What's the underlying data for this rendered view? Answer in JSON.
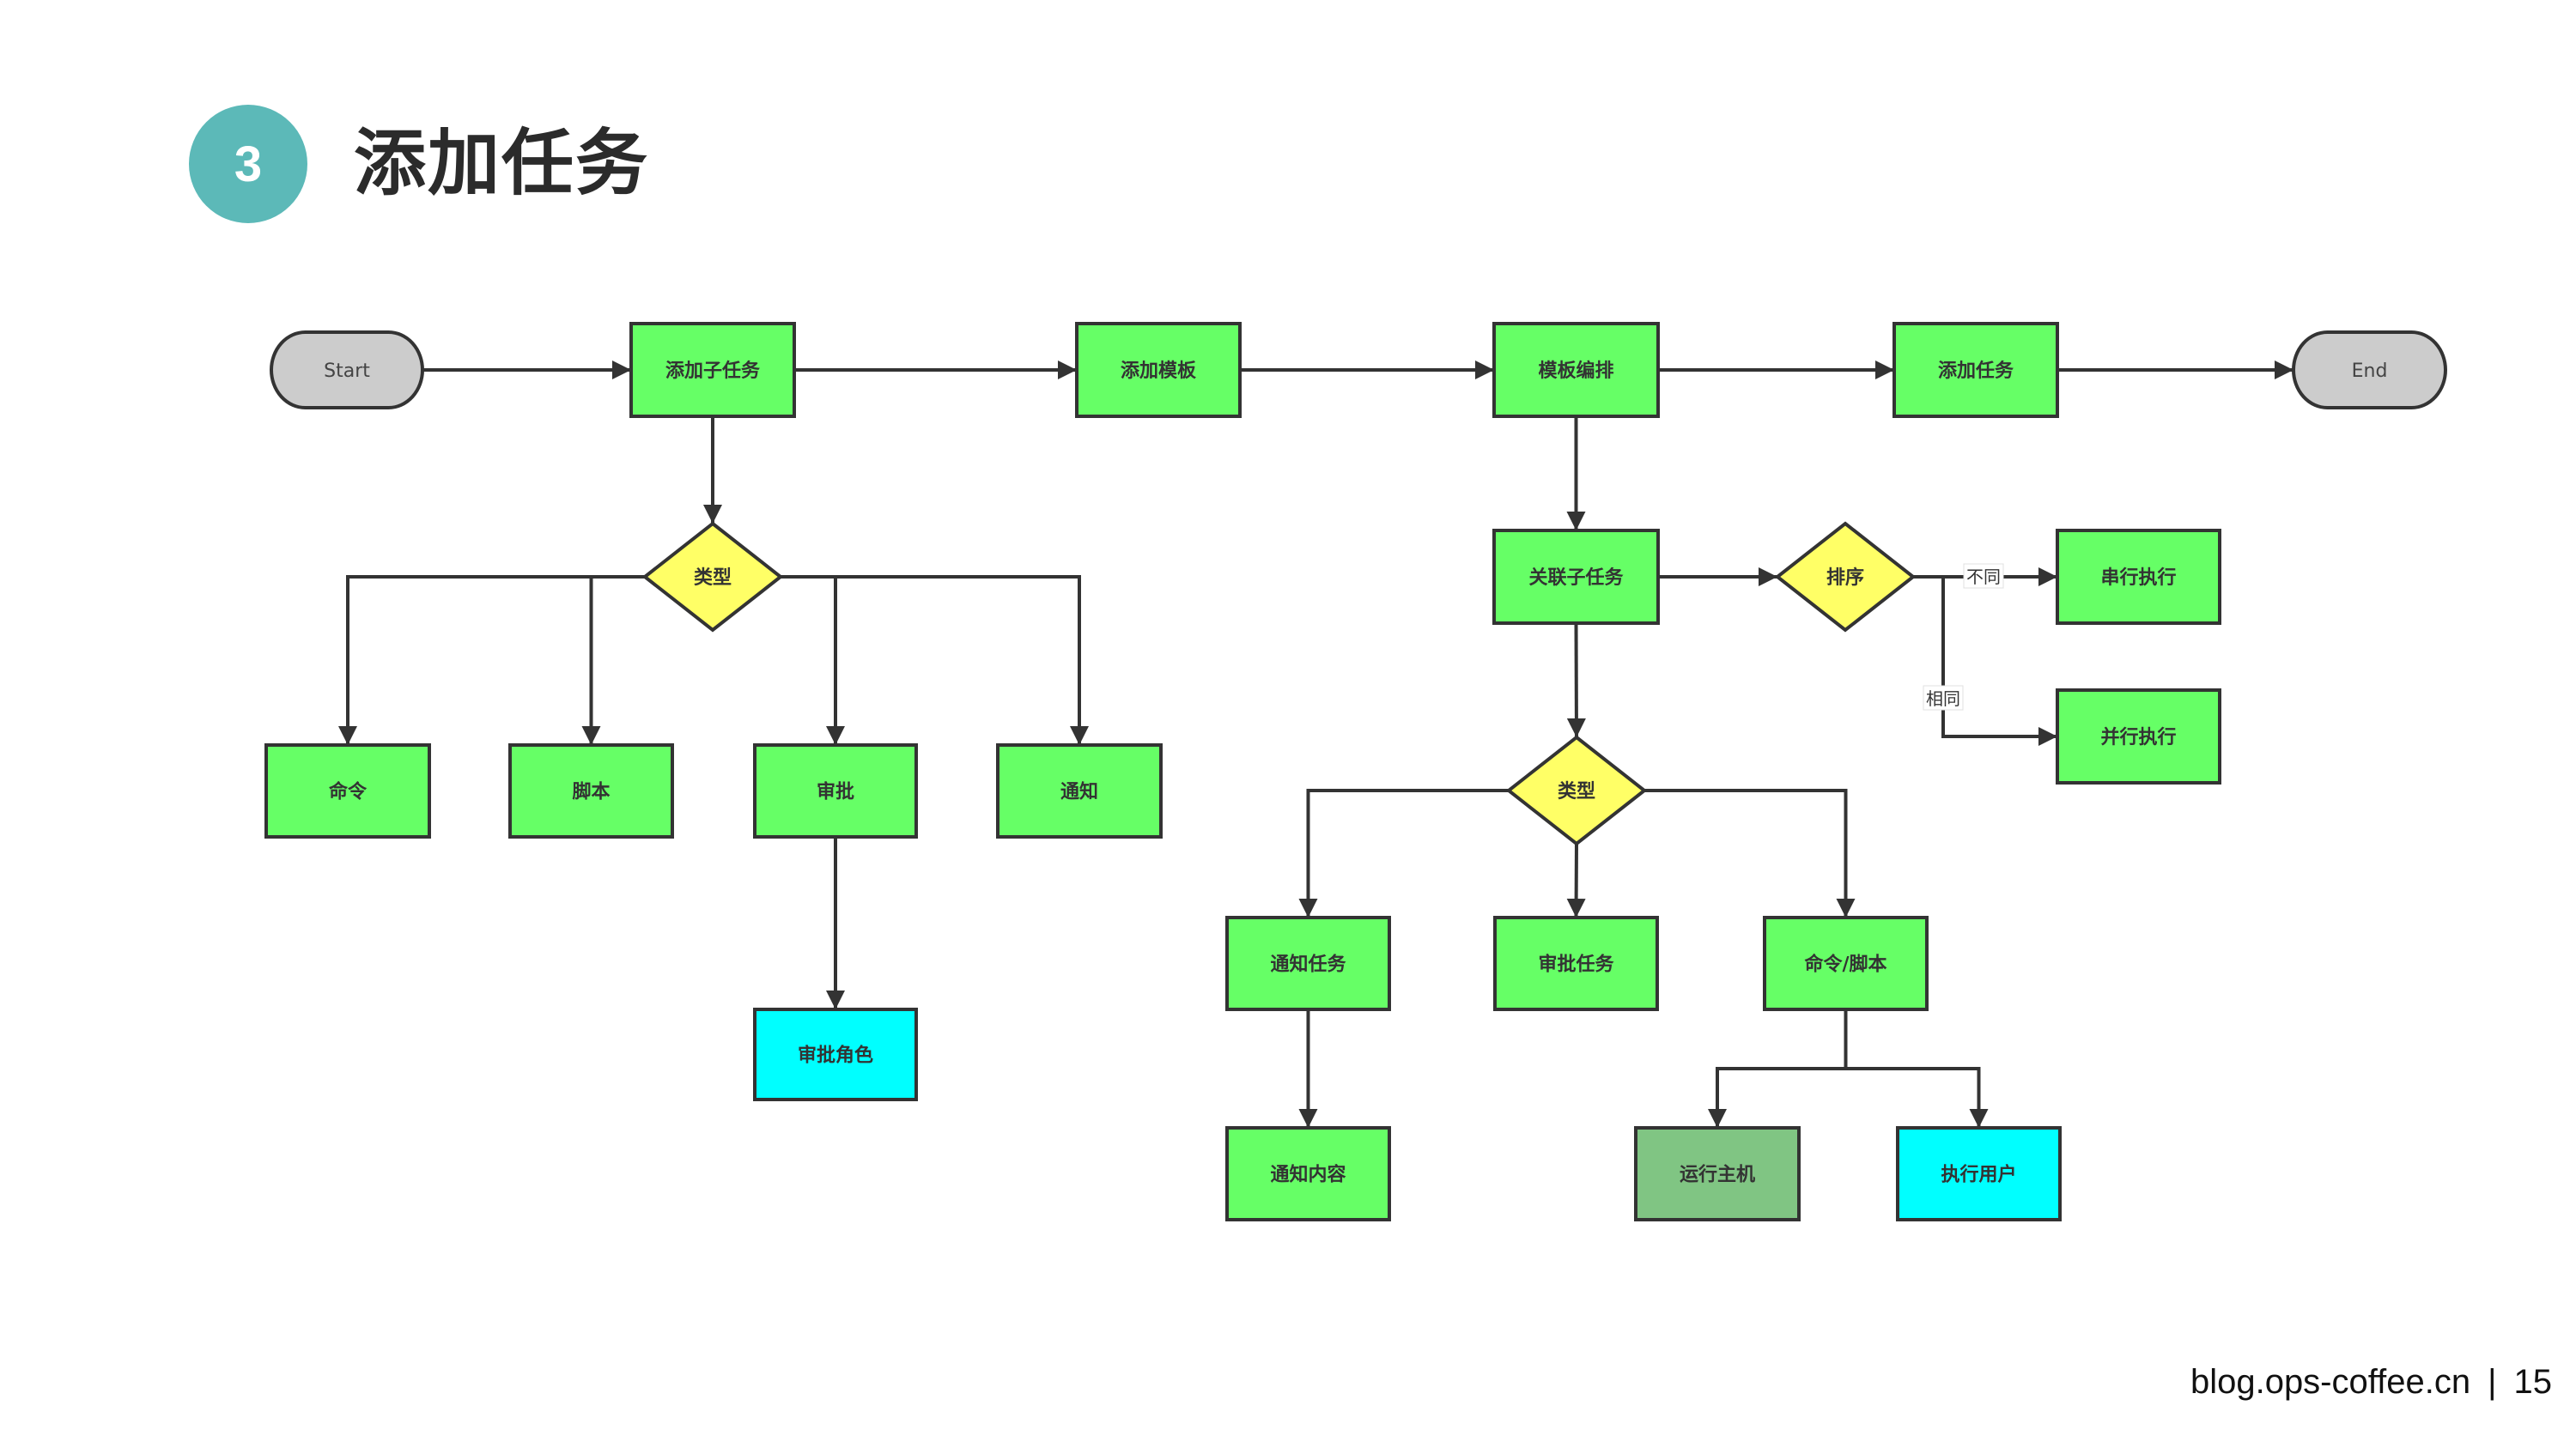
{
  "header": {
    "step_number": "3",
    "title": "添加任务"
  },
  "footer": {
    "site": "blog.ops-coffee.cn",
    "separator": "|",
    "page_number": "15"
  },
  "colors": {
    "badge": "#5cb9b8",
    "process": "#66ff66",
    "decision": "#ffff66",
    "terminal": "#cccccc",
    "highlight_cyan": "#00ffff",
    "muted_green": "#80c583",
    "stroke": "#333333"
  },
  "diagram": {
    "nodes": [
      {
        "id": "start",
        "label": "Start",
        "shape": "terminal",
        "color": "terminal"
      },
      {
        "id": "add_subtask",
        "label": "添加子任务",
        "shape": "process",
        "color": "process"
      },
      {
        "id": "add_template",
        "label": "添加模板",
        "shape": "process",
        "color": "process"
      },
      {
        "id": "template_arrange",
        "label": "模板编排",
        "shape": "process",
        "color": "process"
      },
      {
        "id": "add_task",
        "label": "添加任务",
        "shape": "process",
        "color": "process"
      },
      {
        "id": "end",
        "label": "End",
        "shape": "terminal",
        "color": "terminal"
      },
      {
        "id": "type1",
        "label": "类型",
        "shape": "decision",
        "color": "decision"
      },
      {
        "id": "command",
        "label": "命令",
        "shape": "process",
        "color": "process"
      },
      {
        "id": "script",
        "label": "脚本",
        "shape": "process",
        "color": "process"
      },
      {
        "id": "approval",
        "label": "审批",
        "shape": "process",
        "color": "process"
      },
      {
        "id": "notify",
        "label": "通知",
        "shape": "process",
        "color": "process"
      },
      {
        "id": "approval_role",
        "label": "审批角色",
        "shape": "process",
        "color": "highlight_cyan"
      },
      {
        "id": "link_subtask",
        "label": "关联子任务",
        "shape": "process",
        "color": "process"
      },
      {
        "id": "sort",
        "label": "排序",
        "shape": "decision",
        "color": "decision"
      },
      {
        "id": "serial",
        "label": "串行执行",
        "shape": "process",
        "color": "process"
      },
      {
        "id": "parallel",
        "label": "并行执行",
        "shape": "process",
        "color": "process"
      },
      {
        "id": "type2",
        "label": "类型",
        "shape": "decision",
        "color": "decision"
      },
      {
        "id": "notify_task",
        "label": "通知任务",
        "shape": "process",
        "color": "process"
      },
      {
        "id": "approval_task",
        "label": "审批任务",
        "shape": "process",
        "color": "process"
      },
      {
        "id": "cmd_script",
        "label": "命令/脚本",
        "shape": "process",
        "color": "process"
      },
      {
        "id": "notify_content",
        "label": "通知内容",
        "shape": "process",
        "color": "process"
      },
      {
        "id": "run_host",
        "label": "运行主机",
        "shape": "process",
        "color": "muted_green"
      },
      {
        "id": "exec_user",
        "label": "执行用户",
        "shape": "process",
        "color": "highlight_cyan"
      }
    ],
    "edges": [
      {
        "from": "start",
        "to": "add_subtask",
        "label": ""
      },
      {
        "from": "add_subtask",
        "to": "add_template",
        "label": ""
      },
      {
        "from": "add_template",
        "to": "template_arrange",
        "label": ""
      },
      {
        "from": "template_arrange",
        "to": "add_task",
        "label": ""
      },
      {
        "from": "add_task",
        "to": "end",
        "label": ""
      },
      {
        "from": "add_subtask",
        "to": "type1",
        "label": ""
      },
      {
        "from": "type1",
        "to": "command",
        "label": ""
      },
      {
        "from": "type1",
        "to": "script",
        "label": ""
      },
      {
        "from": "type1",
        "to": "approval",
        "label": ""
      },
      {
        "from": "type1",
        "to": "notify",
        "label": ""
      },
      {
        "from": "approval",
        "to": "approval_role",
        "label": ""
      },
      {
        "from": "template_arrange",
        "to": "link_subtask",
        "label": ""
      },
      {
        "from": "link_subtask",
        "to": "sort",
        "label": ""
      },
      {
        "from": "sort",
        "to": "serial",
        "label": "不同"
      },
      {
        "from": "sort",
        "to": "parallel",
        "label": "相同"
      },
      {
        "from": "link_subtask",
        "to": "type2",
        "label": ""
      },
      {
        "from": "type2",
        "to": "notify_task",
        "label": ""
      },
      {
        "from": "type2",
        "to": "approval_task",
        "label": ""
      },
      {
        "from": "type2",
        "to": "cmd_script",
        "label": ""
      },
      {
        "from": "notify_task",
        "to": "notify_content",
        "label": ""
      },
      {
        "from": "cmd_script",
        "to": "run_host",
        "label": ""
      },
      {
        "from": "cmd_script",
        "to": "exec_user",
        "label": ""
      }
    ]
  }
}
